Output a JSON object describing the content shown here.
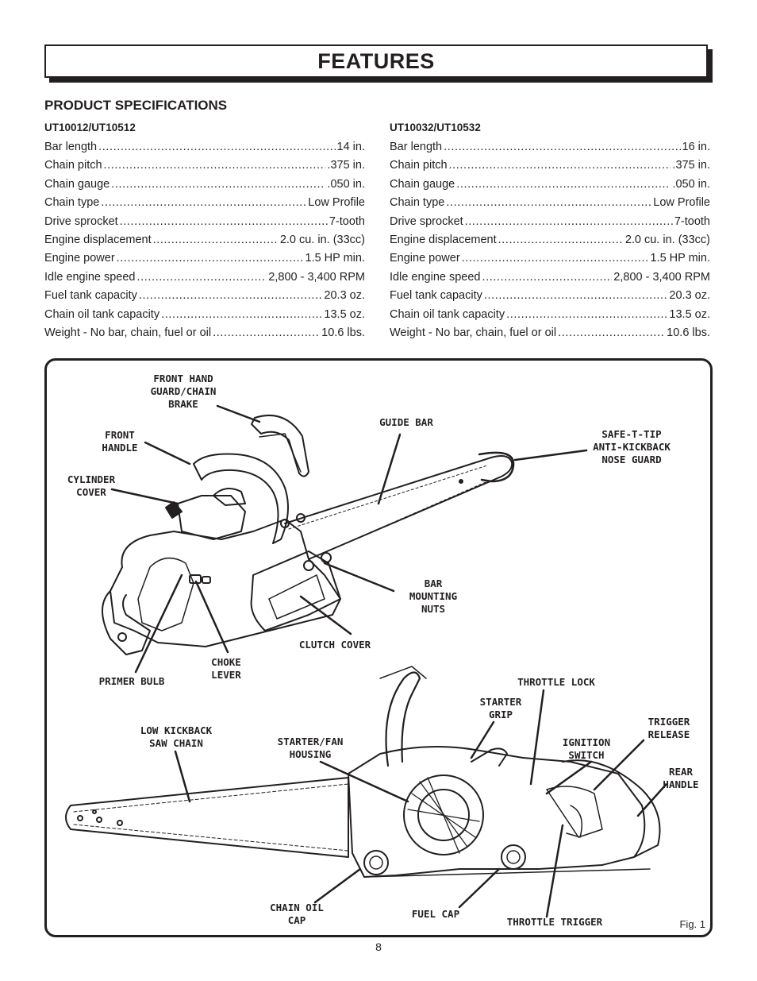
{
  "page": {
    "title": "FEATURES",
    "section_heading": "PRODUCT SPECIFICATIONS",
    "page_number": "8"
  },
  "specs_left": {
    "model": "UT10012/UT10512",
    "rows": [
      {
        "label": "Bar length",
        "value": "14 in."
      },
      {
        "label": "Chain pitch",
        "value": ".375 in."
      },
      {
        "label": "Chain gauge",
        "value": ".050 in."
      },
      {
        "label": "Chain type",
        "value": "Low Profile"
      },
      {
        "label": "Drive sprocket",
        "value": "7-tooth"
      },
      {
        "label": "Engine displacement",
        "value": "2.0 cu. in. (33cc)"
      },
      {
        "label": "Engine power",
        "value": "1.5 HP min."
      },
      {
        "label": "Idle engine speed",
        "value": "2,800 - 3,400 RPM"
      },
      {
        "label": "Fuel tank capacity",
        "value": "20.3 oz."
      },
      {
        "label": "Chain oil tank capacity",
        "value": "13.5 oz."
      },
      {
        "label": "Weight - No bar, chain, fuel or oil",
        "value": "10.6 lbs."
      }
    ]
  },
  "specs_right": {
    "model": "UT10032/UT10532",
    "rows": [
      {
        "label": "Bar length",
        "value": "16 in."
      },
      {
        "label": "Chain pitch",
        "value": ".375 in."
      },
      {
        "label": "Chain gauge",
        "value": ".050 in."
      },
      {
        "label": "Chain type",
        "value": "Low Profile"
      },
      {
        "label": "Drive sprocket",
        "value": "7-tooth"
      },
      {
        "label": "Engine displacement",
        "value": "2.0 cu. in. (33cc)"
      },
      {
        "label": "Engine power",
        "value": "1.5 HP min."
      },
      {
        "label": "Idle engine speed",
        "value": "2,800 - 3,400 RPM"
      },
      {
        "label": "Fuel tank capacity",
        "value": "20.3 oz."
      },
      {
        "label": "Chain oil tank capacity",
        "value": "13.5 oz."
      },
      {
        "label": "Weight - No bar, chain, fuel or oil",
        "value": "10.6 lbs."
      }
    ]
  },
  "figure": {
    "fig_label": "Fig. 1",
    "callouts": {
      "front_hand_guard": "FRONT HAND\nGUARD/CHAIN\nBRAKE",
      "front_handle": "FRONT\nHANDLE",
      "cylinder_cover": "CYLINDER\nCOVER",
      "guide_bar": "GUIDE BAR",
      "safe_t_tip": "SAFE-T-TIP\nANTI-KICKBACK\nNOSE GUARD",
      "bar_mounting_nuts": "BAR\nMOUNTING\nNUTS",
      "clutch_cover": "CLUTCH COVER",
      "choke_lever": "CHOKE\nLEVER",
      "primer_bulb": "PRIMER BULB",
      "throttle_lock": "THROTTLE LOCK",
      "starter_grip": "STARTER\nGRIP",
      "trigger_release": "TRIGGER\nRELEASE",
      "ignition_switch": "IGNITION\nSWITCH",
      "low_kickback_chain": "LOW KICKBACK\nSAW CHAIN",
      "starter_fan_housing": "STARTER/FAN\nHOUSING",
      "rear_handle": "REAR\nHANDLE",
      "chain_oil_cap": "CHAIN OIL\nCAP",
      "fuel_cap": "FUEL CAP",
      "throttle_trigger": "THROTTLE TRIGGER"
    }
  }
}
